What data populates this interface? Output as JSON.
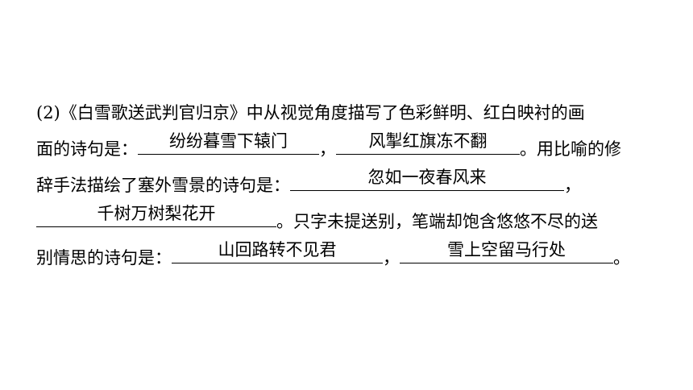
{
  "question": {
    "line1": "(2)《白雪歌送武判官归京》中从视觉角度描写了色彩鲜明、红白映衬的画",
    "line2_a": "面的诗句是：",
    "line2_sep": "，",
    "line2_b": "。用比喻的修",
    "line3_a": "辞手法描绘了塞外雪景的诗句是：",
    "line3_sep": "，",
    "line4_b": "。只字未提送别，笔端却饱含悠悠不尽的送",
    "line5_a": "别情思的诗句是：",
    "line5_sep": "，",
    "line5_end": "。"
  },
  "answers": {
    "a1": "纷纷暮雪下辕门",
    "a2": "风掣红旗冻不翻",
    "a3": "忽如一夜春风来",
    "a4": "千树万树梨花开",
    "a5": "山回路转不见君",
    "a6": "雪上空留马行处"
  }
}
